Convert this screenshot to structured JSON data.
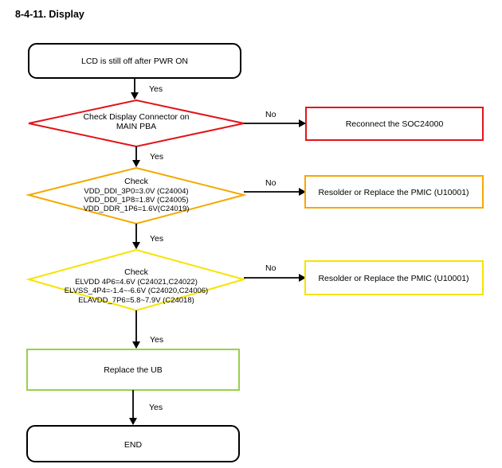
{
  "title": "8-4-11. Display",
  "colors": {
    "black": "#000000",
    "red": "#e3141b",
    "orange": "#f5a800",
    "yellow": "#f5e400",
    "green": "#9ad04b"
  },
  "flow": {
    "start": "LCD is still off after PWR ON",
    "step1": {
      "lines": [
        "Check Display Connector on",
        "MAIN PBA"
      ],
      "yes": "Yes",
      "no": "No",
      "action": "Reconnect the SOC24000"
    },
    "step2": {
      "lines": [
        "Check",
        "VDD_DDI_3P0=3.0V (C24004)",
        "VDD_DDI_1P8=1.8V (C24005)",
        "VDD_DDR_1P6=1.6V(C24019)"
      ],
      "yes": "Yes",
      "no": "No",
      "action": "Resolder or Replace the PMIC (U10001)"
    },
    "step3": {
      "lines": [
        "Check",
        "ELVDD 4P6=4.6V (C24021,C24022)",
        "ELVSS_4P4=-1.4~-6.6V (C24020,C24006)",
        "ELAVDD_7P6=5.8~7.9V (C24018)"
      ],
      "yes": "Yes",
      "no": "No",
      "action": "Resolder or Replace the PMIC (U10001)"
    },
    "replace": "Replace the UB",
    "replace_yes": "Yes",
    "end": "END"
  }
}
